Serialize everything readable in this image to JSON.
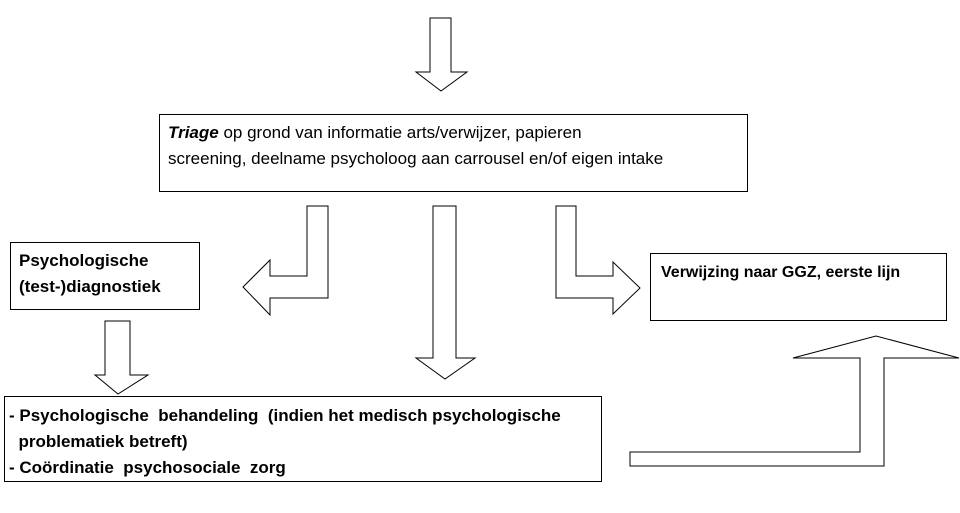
{
  "triage": {
    "keyword": "Triage",
    "line1_rest": " op grond van informatie arts/verwijzer,  papieren",
    "line2": "screening,  deelname  psycholoog aan carrousel  en/of eigen intake"
  },
  "diagnostics": {
    "line1": "Psychologische",
    "line2": "(test-)diagnostiek"
  },
  "referral": {
    "label": "Verwijzing  naar  GGZ,  eerste lijn"
  },
  "treatment": {
    "line1": "- Psychologische  behandeling  (indien het medisch psychologische",
    "line2": "  problematiek betreft)",
    "line3": "- Coördinatie  psychosociale  zorg"
  },
  "colors": {
    "stroke": "#000000",
    "fill": "#ffffff"
  }
}
